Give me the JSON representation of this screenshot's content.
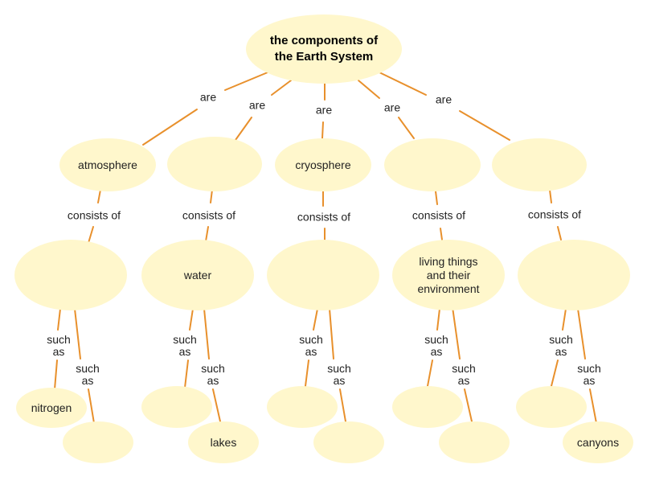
{
  "colors": {
    "node_fill": "#FFF7CC",
    "connector": "#E8902C",
    "text": "#222222"
  },
  "root": {
    "text": "the components of\nthe Earth System"
  },
  "spheres": [
    {
      "name": "atmosphere",
      "link": "are",
      "consists": "consists of",
      "component": "",
      "examples": [
        {
          "link": "such\nas",
          "text": "nitrogen"
        },
        {
          "link": "such\nas",
          "text": ""
        }
      ]
    },
    {
      "name": "",
      "link": "are",
      "consists": "consists of",
      "component": "water",
      "examples": [
        {
          "link": "such\nas",
          "text": ""
        },
        {
          "link": "such\nas",
          "text": "lakes"
        }
      ]
    },
    {
      "name": "cryosphere",
      "link": "are",
      "consists": "consists of",
      "component": "",
      "examples": [
        {
          "link": "such\nas",
          "text": ""
        },
        {
          "link": "such\nas",
          "text": ""
        }
      ]
    },
    {
      "name": "",
      "link": "are",
      "consists": "consists of",
      "component": "living things\nand their\nenvironment",
      "examples": [
        {
          "link": "such\nas",
          "text": ""
        },
        {
          "link": "such\nas",
          "text": ""
        }
      ]
    },
    {
      "name": "",
      "link": "are",
      "consists": "consists of",
      "component": "",
      "examples": [
        {
          "link": "such\nas",
          "text": ""
        },
        {
          "link": "such\nas",
          "text": "canyons"
        }
      ]
    }
  ]
}
